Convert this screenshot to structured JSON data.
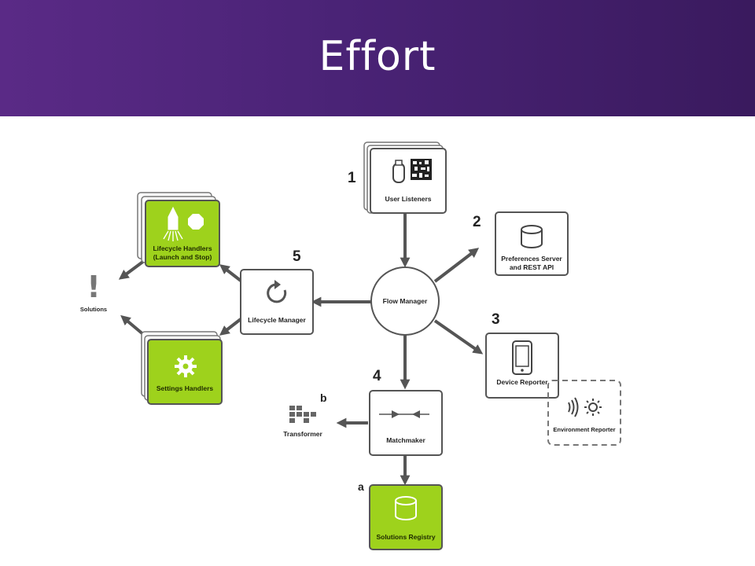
{
  "slide": {
    "title": "Effort"
  },
  "diagram": {
    "nodes": {
      "user_listeners": "User Listeners",
      "preferences_server_line1": "Preferences Server",
      "preferences_server_line2": "and REST API",
      "flow_manager": "Flow Manager",
      "device_reporter": "Device Reporter",
      "environment_reporter": "Environment Reporter",
      "matchmaker": "Matchmaker",
      "solutions_registry": "Solutions Registry",
      "transformer": "Transformer",
      "lifecycle_manager": "Lifecycle Manager",
      "lifecycle_handlers_line1": "Lifecycle Handlers",
      "lifecycle_handlers_line2": "(Launch and Stop)",
      "settings_handlers": "Settings Handlers",
      "solutions": "Solutions",
      "solutions_mark": "!"
    },
    "step_numbers": {
      "one": "1",
      "two": "2",
      "three": "3",
      "four": "4",
      "five": "5"
    },
    "sub_labels": {
      "a": "a",
      "b": "b"
    },
    "colors": {
      "header": "#4a2376",
      "accent_green": "#9ed21c",
      "stroke": "#555555"
    }
  }
}
